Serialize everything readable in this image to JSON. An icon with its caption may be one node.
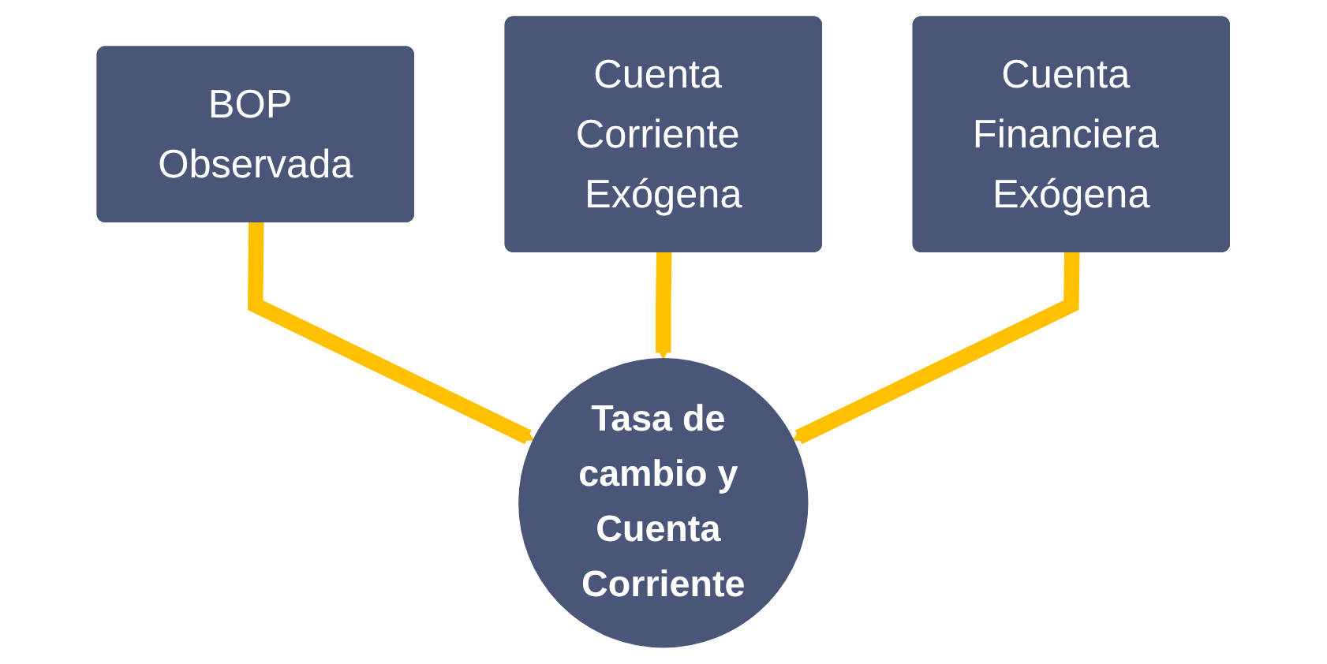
{
  "diagram": {
    "nodes": [
      {
        "text": [
          "BOP Observada"
        ]
      },
      {
        "text": [
          "Cuenta Corriente Exógena"
        ]
      },
      {
        "text": [
          "Tasa de cambio y Cuenta Corriente"
        ]
      },
      {
        "text": [
          "Cuenta Financiera Exógena"
        ]
      }
    ],
    "edges": [
      {
        "from": 0,
        "to": 2,
        "arrow": "to"
      },
      {
        "from": 1,
        "to": 2,
        "arrow": "to"
      },
      {
        "from": 3,
        "to": 2,
        "arrow": "to"
      }
    ]
  }
}
